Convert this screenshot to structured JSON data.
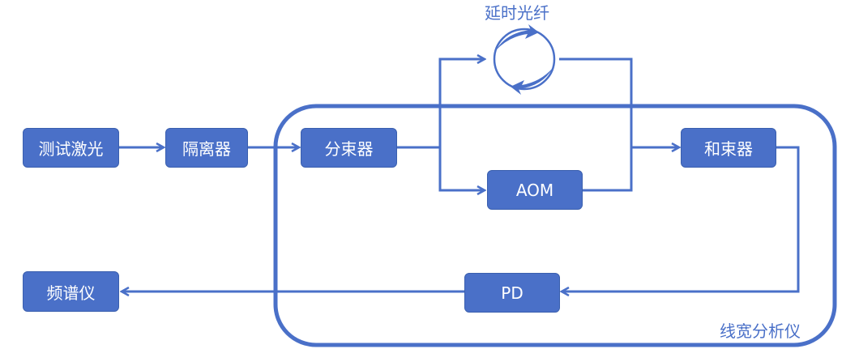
{
  "nodes": {
    "test_laser": "测试激光",
    "isolator": "隔离器",
    "splitter": "分束器",
    "combiner": "和束器",
    "aom": "AOM",
    "pd": "PD",
    "spectrum_analyzer": "频谱仪"
  },
  "labels": {
    "delay_fiber": "延时光纤",
    "linewidth_analyzer": "线宽分析仪"
  },
  "colors": {
    "accent": "#4a70c8"
  }
}
